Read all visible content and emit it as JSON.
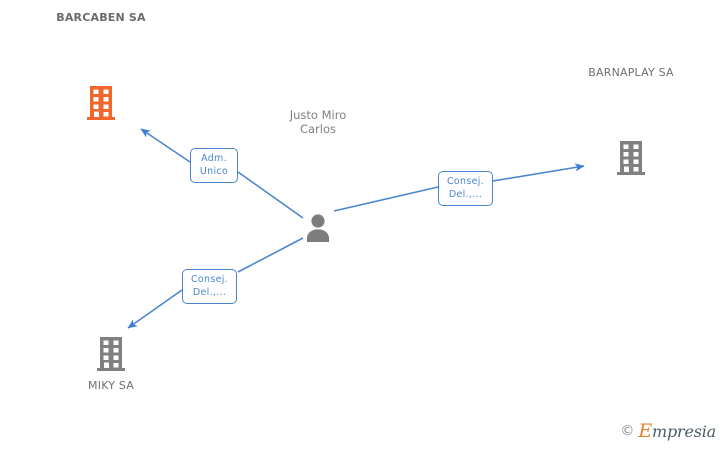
{
  "diagram": {
    "type": "organization-relationship-graph",
    "accent_color": "#4a86d0",
    "focal_color": "#f2662c",
    "neutral_color": "#808080",
    "nodes": [
      {
        "id": "barcaben",
        "kind": "company",
        "label": "BARCABEN SA",
        "icon": "building-icon",
        "highlighted": true,
        "label_position": "above"
      },
      {
        "id": "person",
        "kind": "person",
        "label_line1": "Justo Miro",
        "label_line2": "Carlos",
        "icon": "person-icon",
        "highlighted": false,
        "label_position": "above"
      },
      {
        "id": "barnaplay",
        "kind": "company",
        "label": "BARNAPLAY SA",
        "icon": "building-icon",
        "highlighted": false,
        "label_position": "above"
      },
      {
        "id": "miky",
        "kind": "company",
        "label": "MIKY SA",
        "icon": "building-icon",
        "highlighted": false,
        "label_position": "below"
      }
    ],
    "edges": [
      {
        "id": "edge-barcaben",
        "from": "person",
        "to": "barcaben",
        "role_line1": "Adm.",
        "role_line2": "Unico"
      },
      {
        "id": "edge-barnaplay",
        "from": "person",
        "to": "barnaplay",
        "role_line1": "Consej.",
        "role_line2": "Del.,..."
      },
      {
        "id": "edge-miky",
        "from": "person",
        "to": "miky",
        "role_line1": "Consej.",
        "role_line2": "Del.,..."
      }
    ]
  },
  "watermark": {
    "copyright": "©",
    "brand_initial": "E",
    "brand_rest": "mpresia"
  }
}
